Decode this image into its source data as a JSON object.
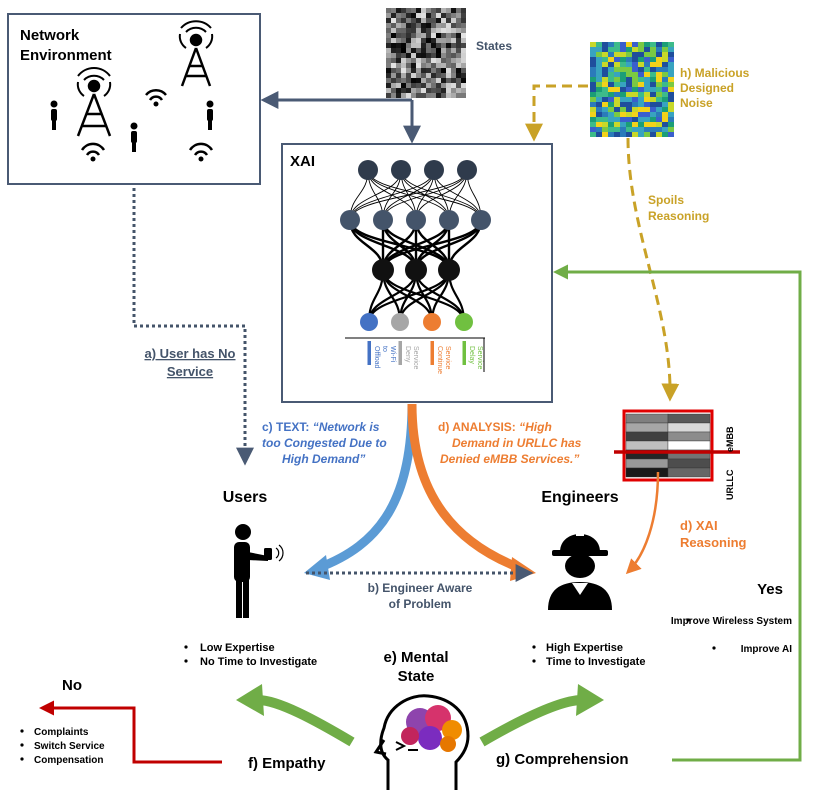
{
  "environment": {
    "title_line1": "Network",
    "title_line2": "Environment"
  },
  "states": {
    "label": "States"
  },
  "noise": {
    "line1": "h) Malicious",
    "line2": "Designed",
    "line3": "Noise"
  },
  "spoils": {
    "line1": "Spoils",
    "line2": "Reasoning"
  },
  "xai": {
    "title": "XAI",
    "outputs": [
      {
        "label": "Offload to Wi-Fi",
        "color": "#4472c4"
      },
      {
        "label": "Deny Service",
        "color": "#a6a6a6"
      },
      {
        "label": "Continue Service",
        "color": "#ed7d31"
      },
      {
        "label": "Delay Service",
        "color": "#70c040"
      }
    ]
  },
  "users_link": {
    "line1": "a) User has No",
    "line2": "Service"
  },
  "text_exp": {
    "prefix": "c) TEXT:",
    "quote1": "“Network is",
    "quote2": "too Congested Due to",
    "quote3": "High Demand”"
  },
  "analysis": {
    "prefix": "d) ANALYSIS:",
    "quote1": "“High",
    "quote2": "Demand in URLLC has",
    "quote3": "Denied eMBB Services.”"
  },
  "heatmap": {
    "embb": "eMBB",
    "urllc": "URLLC"
  },
  "xai_reasoning": {
    "line1": "d) XAI",
    "line2": "Reasoning"
  },
  "users": {
    "title": "Users",
    "traits": [
      "Low Expertise",
      "No Time to Investigate"
    ]
  },
  "engineers": {
    "title": "Engineers",
    "traits": [
      "High Expertise",
      "Time to Investigate"
    ]
  },
  "aware": {
    "line1": "b) Engineer Aware",
    "line2": "of Problem"
  },
  "mental": {
    "line1": "e) Mental",
    "line2": "State"
  },
  "empathy": {
    "label": "f) Empathy"
  },
  "comprehension": {
    "label": "g) Comprehension"
  },
  "no": {
    "label": "No",
    "items": [
      "Complaints",
      "Switch Service",
      "Compensation"
    ]
  },
  "yes": {
    "label": "Yes",
    "items": [
      "Improve Wireless System",
      "Improve AI"
    ]
  },
  "colors": {
    "frame": "#4a5a74",
    "blue": "#5b9bd5",
    "blue_text": "#4472c4",
    "orange": "#ed7d31",
    "gold": "#c9a227",
    "green": "#70ad47",
    "red": "#c00000",
    "slate": "#44546a"
  }
}
